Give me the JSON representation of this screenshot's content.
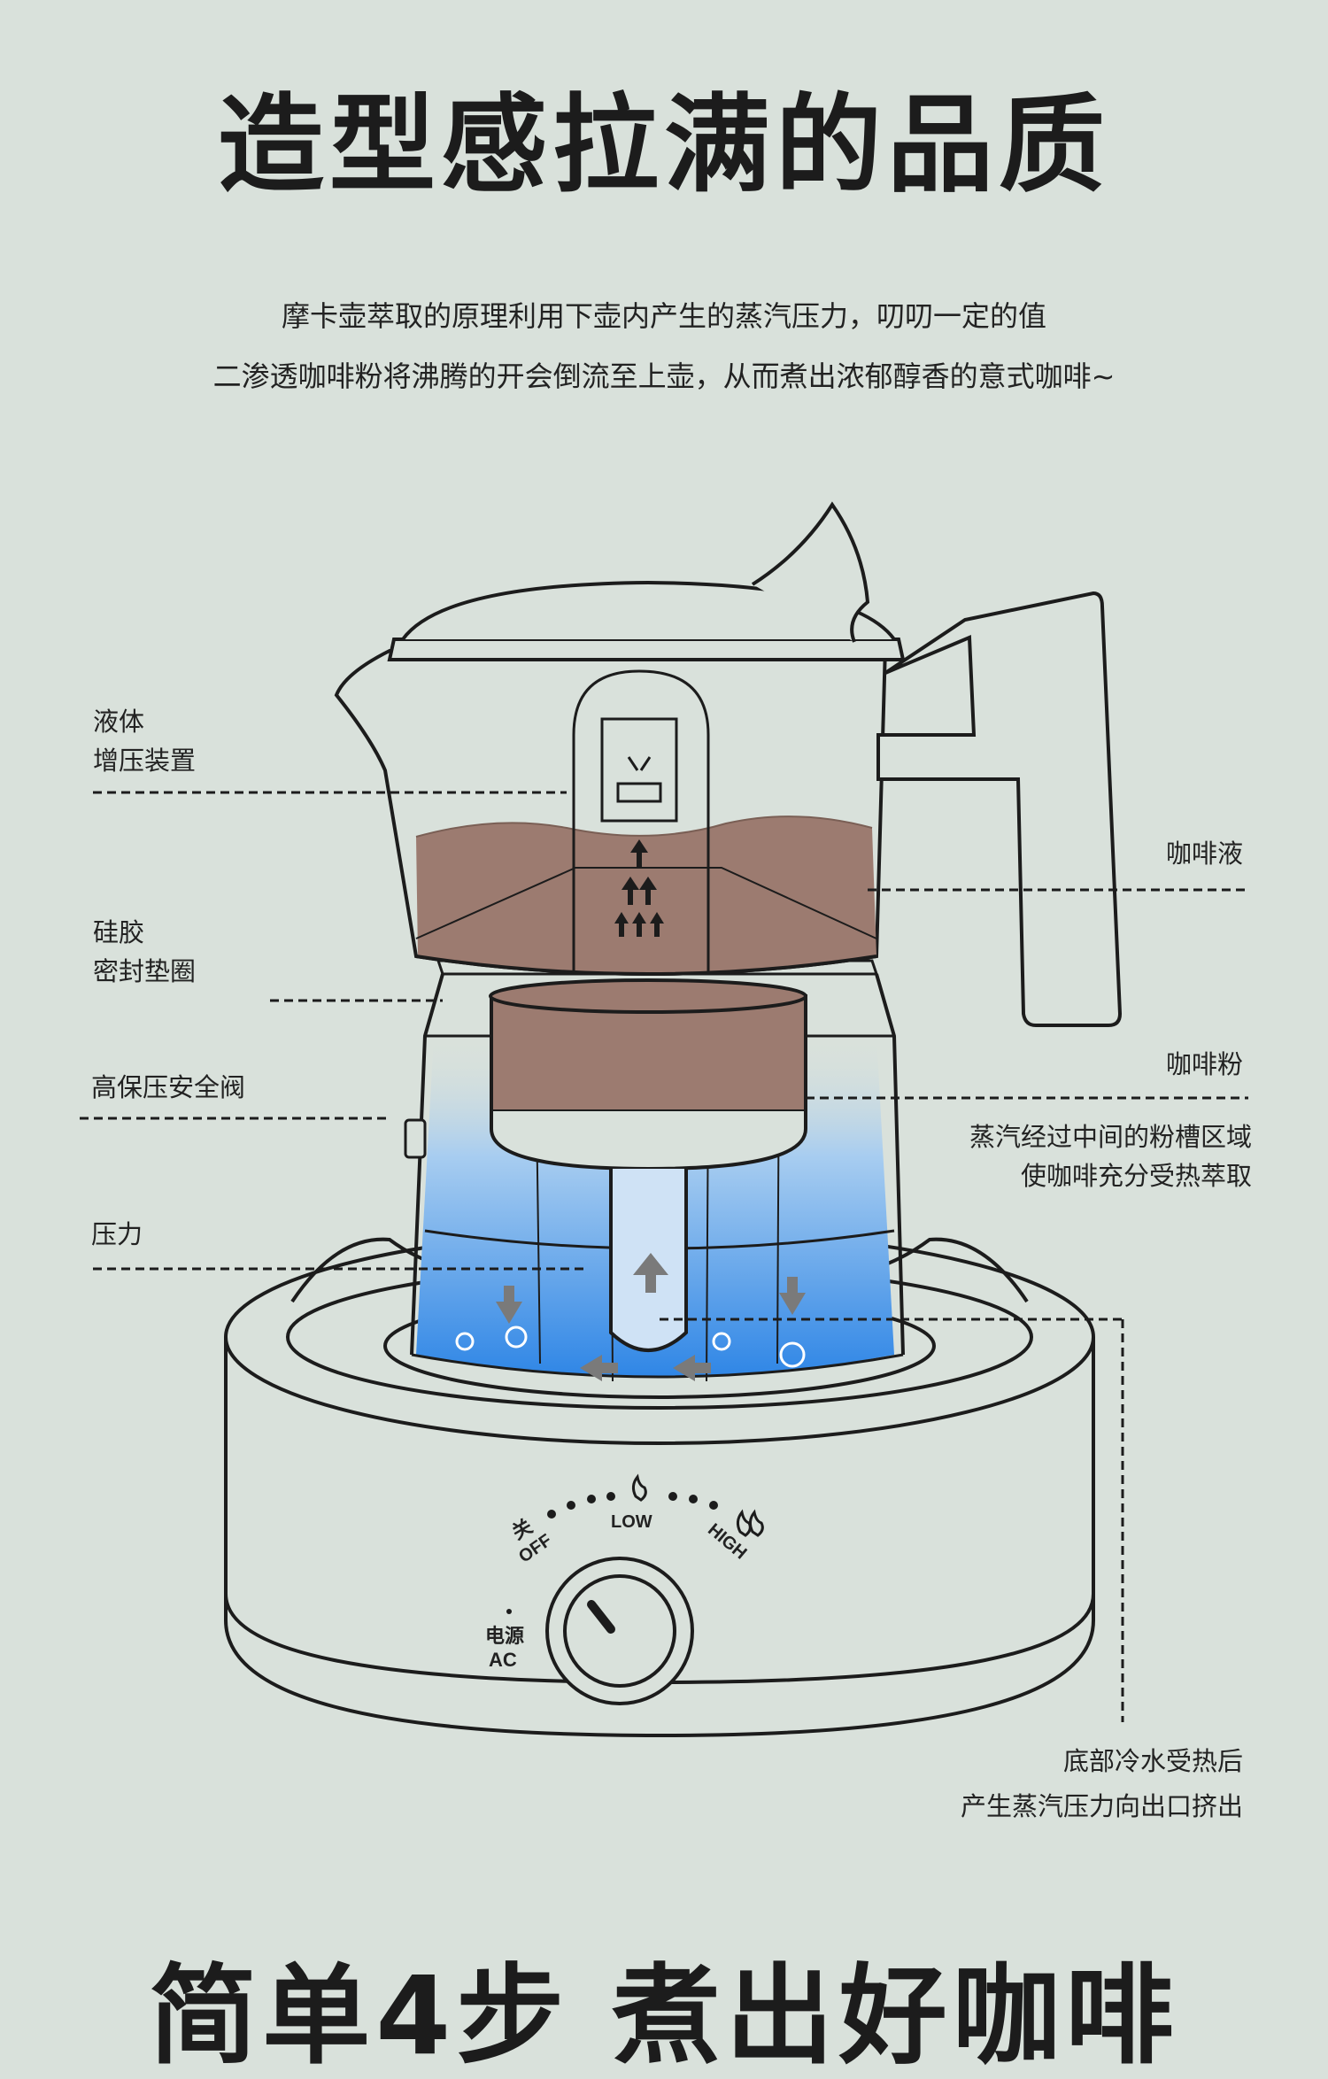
{
  "header": {
    "title": "造型感拉满的品质",
    "intro_line1": "摩卡壶萃取的原理利用下壶内产生的蒸汽压力，叨叨一定的值",
    "intro_line2": "二渗透咖啡粉将沸腾的开会倒流至上壶，从而煮出浓郁醇香的意式咖啡~"
  },
  "labels": {
    "liquid_pressure_1": "液体",
    "liquid_pressure_2": "增压装置",
    "silicone_1": "硅胶",
    "silicone_2": "密封垫圈",
    "safety_valve": "高保压安全阀",
    "pressure": "压力",
    "coffee_liquid": "咖啡液",
    "coffee_powder": "咖啡粉",
    "steam_1": "蒸汽经过中间的粉槽区域",
    "steam_2": "使咖啡充分受热萃取",
    "bottom_1": "底部冷水受热后",
    "bottom_2": "产生蒸汽压力向出口挤出"
  },
  "stove": {
    "off_cn": "关",
    "off_en": "OFF",
    "low": "LOW",
    "high": "HIGH",
    "power_cn": "电源",
    "power_en": "AC"
  },
  "footer": {
    "title": "简单4步 煮出好咖啡"
  },
  "colors": {
    "background": "#d9e1db",
    "coffee": "#9c7b70",
    "water": "#4a9be8",
    "line": "#1c1c1c"
  }
}
